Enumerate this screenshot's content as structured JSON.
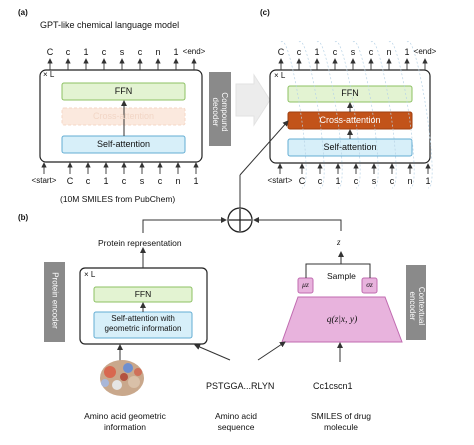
{
  "panels": {
    "a": {
      "label": "(a)",
      "title": "GPT-like chemical language model",
      "repeat_label": "× L",
      "ffn": "FFN",
      "cross_attention": "Cross-attention",
      "self_attention": "Self-attention",
      "output_tokens": [
        "C",
        "c",
        "1",
        "c",
        "s",
        "c",
        "n",
        "1",
        "<end>"
      ],
      "input_tokens": [
        "<start>",
        "C",
        "c",
        "1",
        "c",
        "s",
        "c",
        "n",
        "1"
      ],
      "caption": "(10M SMILES from PubChem)"
    },
    "c": {
      "label": "(c)",
      "repeat_label": "× L",
      "ffn": "FFN",
      "cross_attention": "Cross-attention",
      "self_attention": "Self-attention",
      "output_tokens": [
        "C",
        "c",
        "1",
        "c",
        "s",
        "c",
        "n",
        "1",
        "<end>"
      ],
      "input_tokens": [
        "<start>",
        "C",
        "c",
        "1",
        "c",
        "s",
        "c",
        "n",
        "1"
      ]
    },
    "b": {
      "label": "(b)",
      "protein_representation": "Protein representation",
      "repeat_label": "× L",
      "ffn": "FFN",
      "self_attention_geo": "Self-attention with\ngeometric information",
      "z_label": "z",
      "sample_label": "Sample",
      "mu_label": "μz",
      "sigma_label": "σz",
      "posterior_label": "q(z|x, y)",
      "sequence": "PSTGGA...RLYN",
      "smiles": "Cc1cscn1",
      "captions": {
        "geometric": "Amino acid geometric\ninformation",
        "sequence": "Amino acid\nsequence",
        "smiles": "SMILES of drug\nmolecule"
      }
    }
  },
  "side_labels": {
    "compound_decoder": "Compound\ndecoder",
    "protein_encoder": "Protein encoder",
    "contextual_encoder": "Contextual\nencoder"
  },
  "colors": {
    "ffn_fill": "#e3f3d2",
    "ffn_stroke": "#8cc063",
    "cross_faded_fill": "#fbe9de",
    "cross_active_fill": "#c2531a",
    "self_att_fill": "#d7eff9",
    "self_att_stroke": "#63add3",
    "gray_label": "#8a8a8a",
    "posterior_fill": "#e8b3dd",
    "posterior_stroke": "#c06bb0"
  }
}
